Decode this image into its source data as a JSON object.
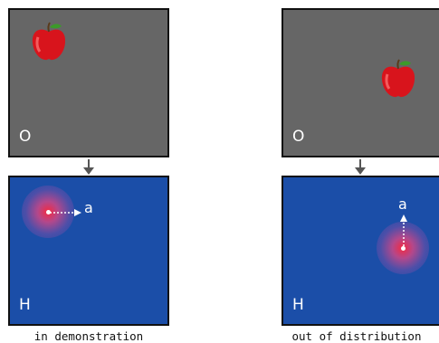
{
  "left": {
    "obs_label": "O",
    "heat_label": "H",
    "action_label": "a",
    "caption": "in demonstration"
  },
  "right": {
    "obs_label": "O",
    "heat_label": "H",
    "action_label": "a",
    "caption": "out of distribution"
  },
  "colors": {
    "observation_bg": "#666666",
    "heatmap_bg": "#1b4ea8",
    "apple": "#d8141c",
    "arrow": "#555555"
  },
  "icons": [
    "apple-icon",
    "heat-spot",
    "down-arrow-icon",
    "action-arrow-icon"
  ]
}
